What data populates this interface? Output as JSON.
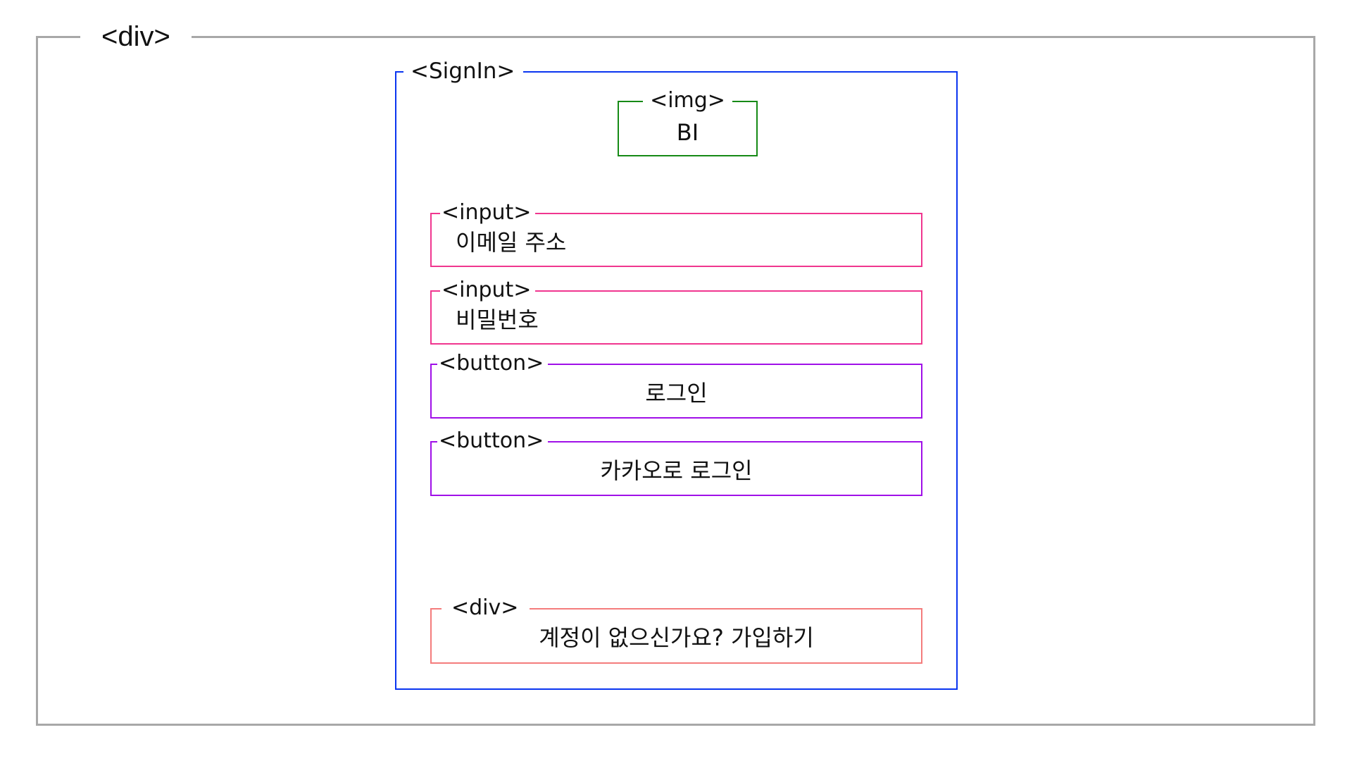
{
  "outer_div": {
    "tag": "<div>",
    "border_color": "#a8a8a8"
  },
  "signin": {
    "tag": "<SignIn>",
    "border_color": "#0a35f0"
  },
  "logo": {
    "tag": "<img>",
    "text": "BI",
    "border_color": "#168a16"
  },
  "email_input": {
    "tag": "<input>",
    "placeholder": "이메일 주소",
    "border_color": "#f0368f"
  },
  "password_input": {
    "tag": "<input>",
    "placeholder": "비밀번호",
    "border_color": "#f0368f"
  },
  "login_button": {
    "tag": "<button>",
    "label": "로그인",
    "border_color": "#a010e8"
  },
  "kakao_button": {
    "tag": "<button>",
    "label": "카카오로 로그인",
    "border_color": "#a010e8"
  },
  "signup_prompt": {
    "tag": "<div>",
    "text": "계정이 없으신가요? 가입하기",
    "border_color": "#f47c7c"
  }
}
